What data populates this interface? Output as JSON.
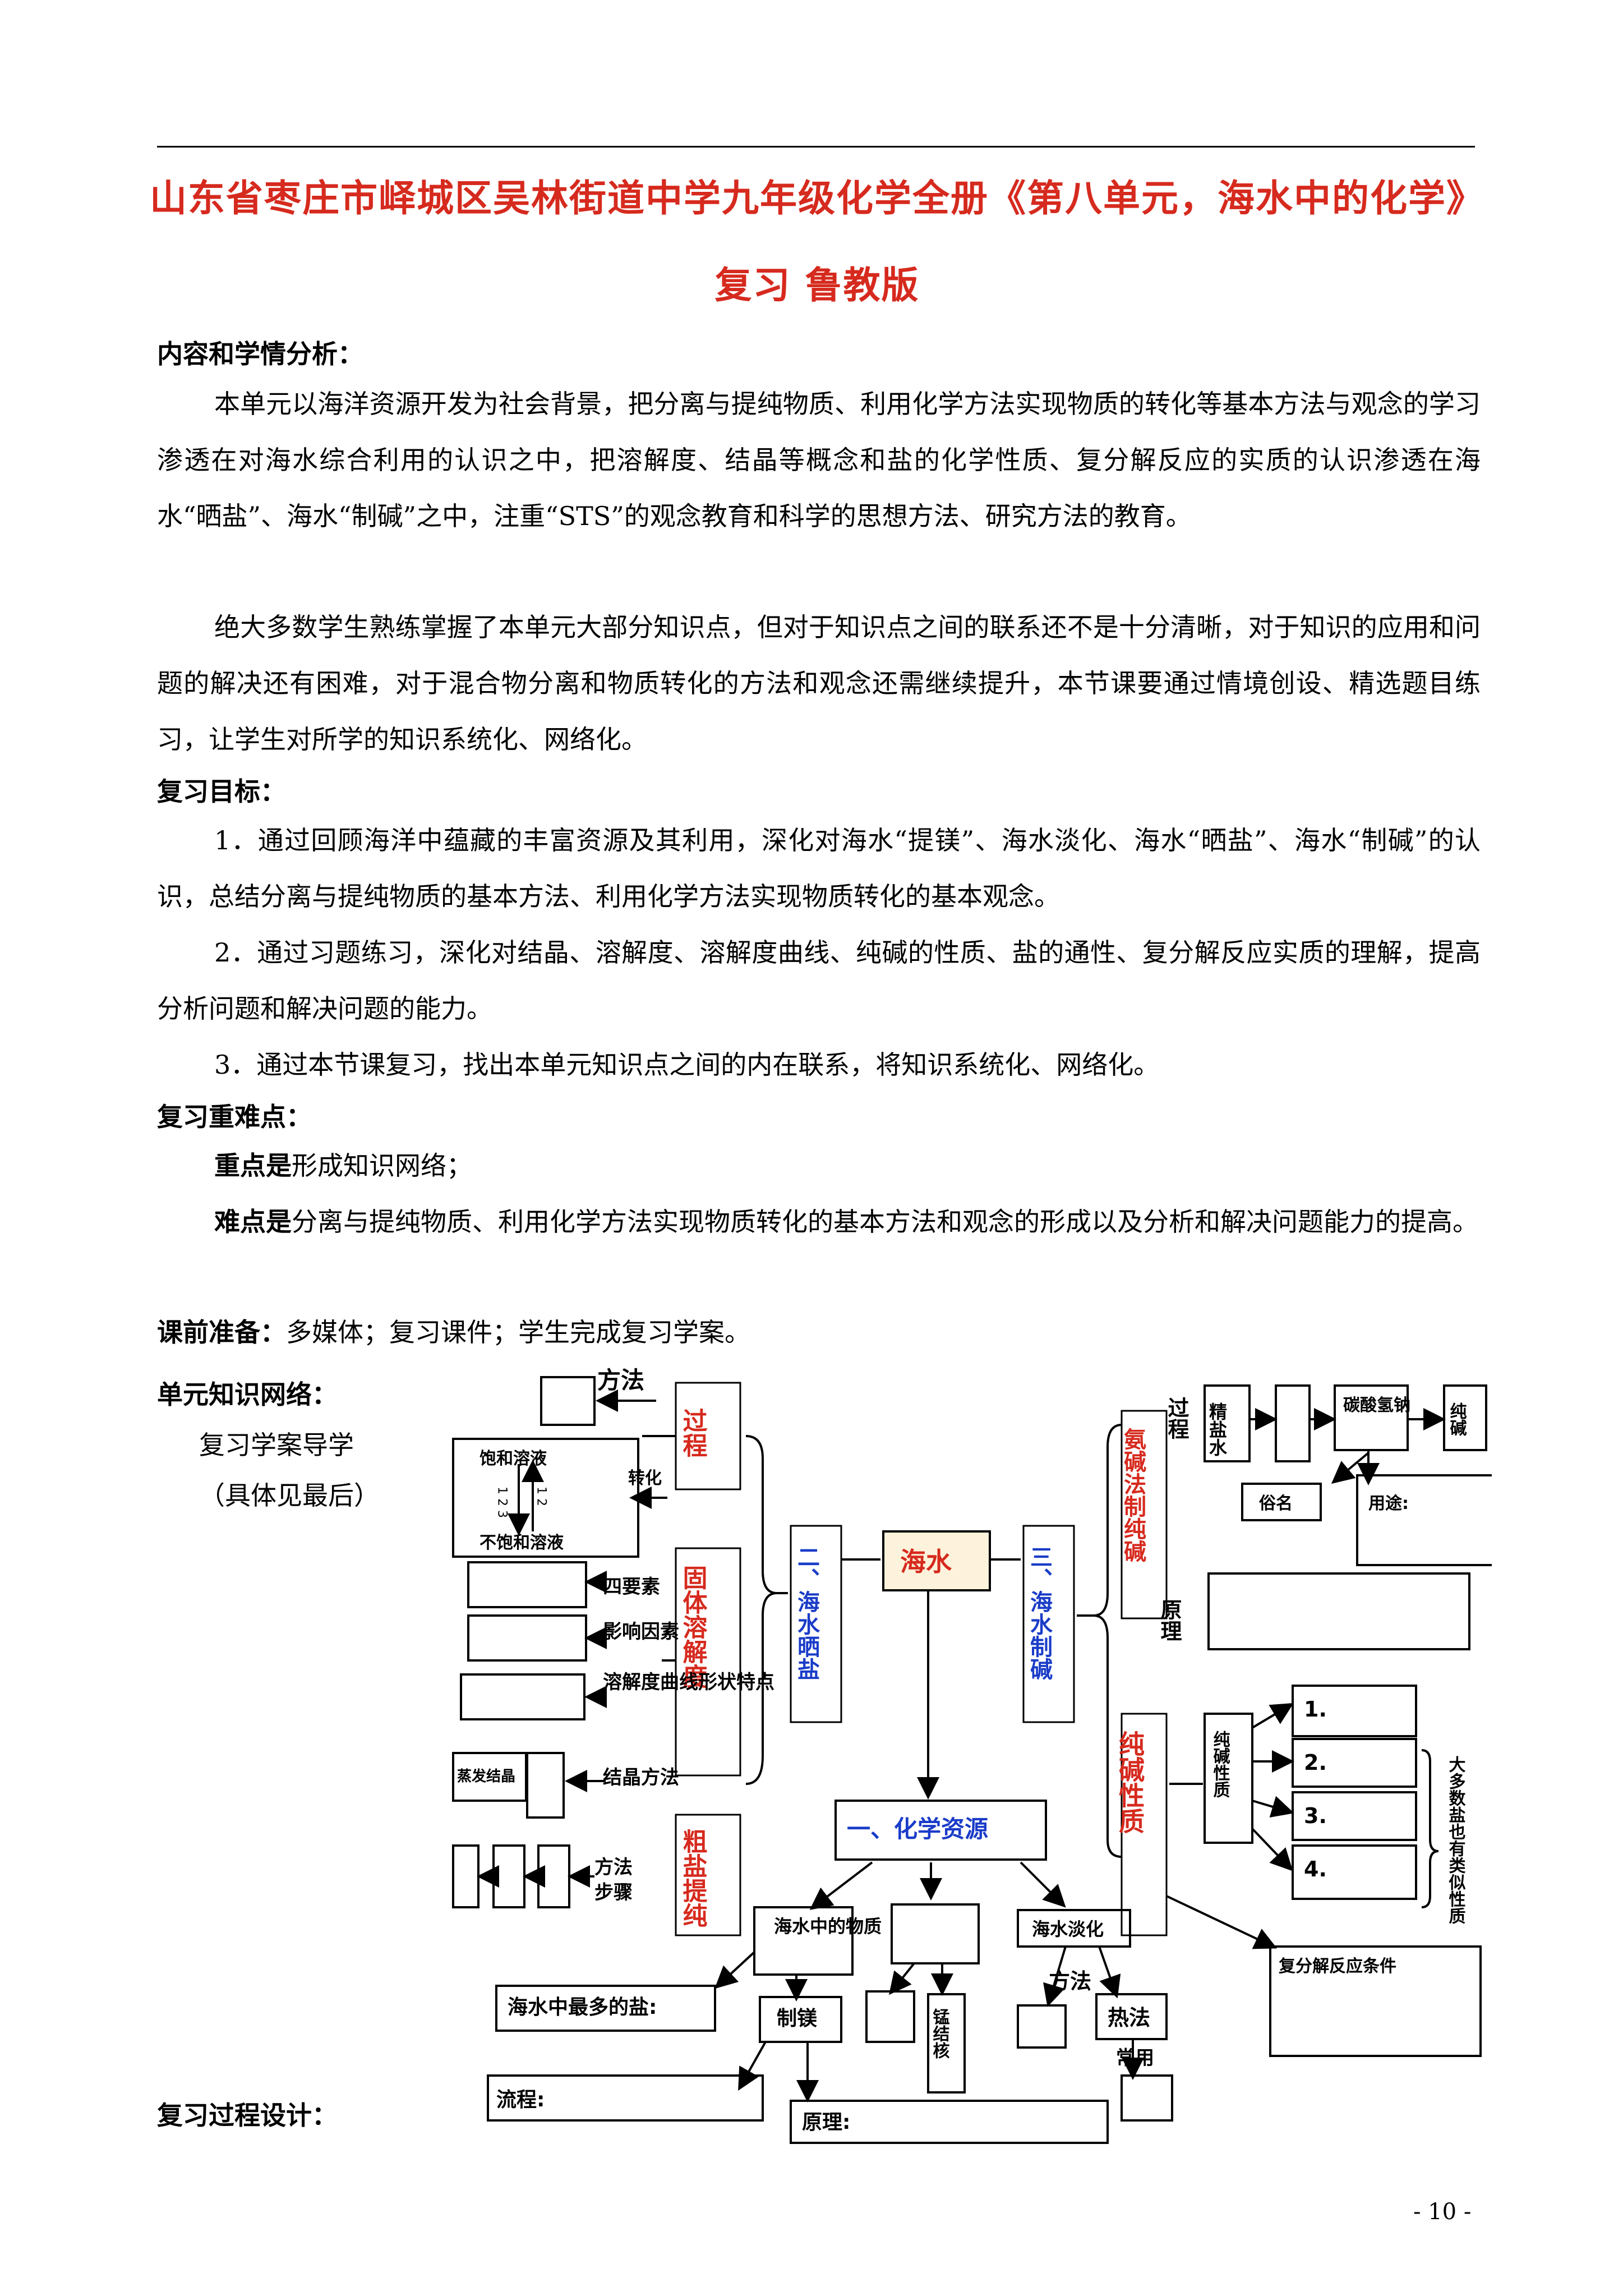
{
  "title": {
    "line1": "山东省枣庄市峄城区吴林街道中学九年级化学全册《第八单元，海水中的化学》",
    "line2": "复习 鲁教版"
  },
  "section_analysis": {
    "heading": "内容和学情分析：",
    "p1": "本单元以海洋资源开发为社会背景，把分离与提纯物质、利用化学方法实现物质的转化等基本方法与观念的学习渗透在对海水综合利用的认识之中，把溶解度、结晶等概念和盐的化学性质、复分解反应的实质的认识渗透在海水“晒盐”、海水“制碱”之中，注重“STS”的观念教育和科学的思想方法、研究方法的教育。",
    "p2": "绝大多数学生熟练掌握了本单元大部分知识点，但对于知识点之间的联系还不是十分清晰，对于知识的应用和问题的解决还有困难，对于混合物分离和物质转化的方法和观念还需继续提升，本节课要通过情境创设、精选题目练习，让学生对所学的知识系统化、网络化。"
  },
  "section_goals": {
    "heading": "复习目标：",
    "g1": "1．通过回顾海洋中蕴藏的丰富资源及其利用，深化对海水“提镁”、海水淡化、海水“晒盐”、海水“制碱”的认识，总结分离与提纯物质的基本方法、利用化学方法实现物质转化的基本观念。",
    "g2": "2．通过习题练习，深化对结晶、溶解度、溶解度曲线、纯碱的性质、盐的通性、复分解反应实质的理解，提高分析问题和解决问题的能力。",
    "g3": "3．通过本节课复习，找出本单元知识点之间的内在联系，将知识系统化、网络化。"
  },
  "section_keys": {
    "heading": "复习重难点：",
    "key_label": "重点是",
    "key_text": "形成知识网络；",
    "diff_label": "难点是",
    "diff_text": "分离与提纯物质、利用化学方法实现物质转化的基本方法和观念的形成以及分析和解决问题能力的提高。"
  },
  "prep": {
    "label": "课前准备：",
    "text": "多媒体；复习课件；学生完成复习学案。"
  },
  "network": {
    "heading": "单元知识网络：",
    "note1": "复习学案导学",
    "note2": "（具体见最后）"
  },
  "process_heading": "复习过程设计：",
  "page_number": "- 10 -",
  "diagram": {
    "center": "海水",
    "ch1": "一、化学资源",
    "ch2": "二、海水晒盐",
    "ch3": "三、海水制碱",
    "guocheng": "过程",
    "guti": "固体溶解度",
    "cuyan": "粗盐提纯",
    "anjian": "氨碱法制纯碱",
    "chunjian": "纯碱性质",
    "fangfa": "方法",
    "zhuanhua": "转化",
    "baohe": "饱和溶液",
    "bubaohe": "不饱和溶液",
    "arrow_nums_left": "1 2 3",
    "arrow_nums_right": "1 2",
    "siyaosu": "四要素",
    "yingxiang": "影响因素",
    "quxian": "溶解度曲线形状特点",
    "jiejing_fangfa": "结晶方法",
    "zhengfa": "蒸发结晶",
    "buzhou_fangfa": "方法",
    "buzhou": "步骤",
    "guocheng2": "过程",
    "jingyanshui": "精盐水",
    "tansuan": "碳酸氢钠",
    "chun_jian": "纯碱",
    "suming": "俗名",
    "yongtu": "用途:",
    "yuanli": "原理",
    "chunjian_xingzhi": "纯碱性质",
    "item1": "1.",
    "item2": "2.",
    "item3": "3.",
    "item4": "4.",
    "dayuan": "大多数盐也有类似性质",
    "fufenjie": "复分解反应条件",
    "haishui_wuzhi": "海水中的物质",
    "haishui_danhua": "海水淡化",
    "zuiduo_yan": "海水中最多的盐:",
    "zhimei": "制镁",
    "mengjiehe": "锰结核",
    "fangfa3": "方法",
    "refa": "热法",
    "changyong": "常用",
    "liucheng": "流程:",
    "yuanli2": "原理:"
  }
}
